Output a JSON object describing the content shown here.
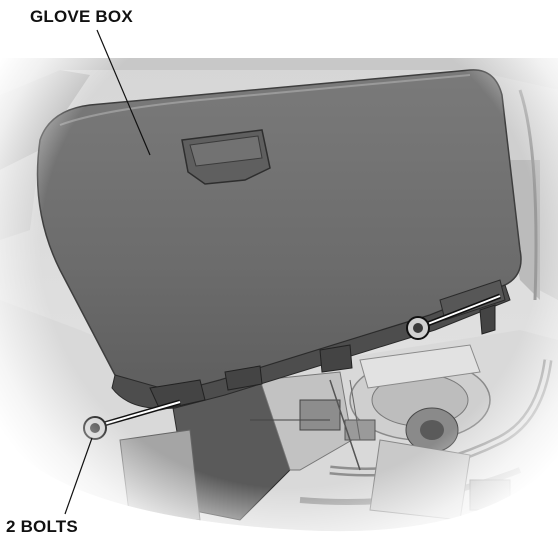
{
  "diagram": {
    "callouts": {
      "glove_box": "GLOVE BOX",
      "bolts": "2 BOLTS"
    },
    "components": {
      "glove_box_panel": "glove-box",
      "latch_handle": "latch",
      "bolt_left": "bolt",
      "bolt_right": "bolt",
      "blower_assembly": "blower-motor"
    },
    "style": {
      "line_color": "#111111",
      "panel_color": "#6f6f6f",
      "background_color": "#ffffff"
    }
  }
}
